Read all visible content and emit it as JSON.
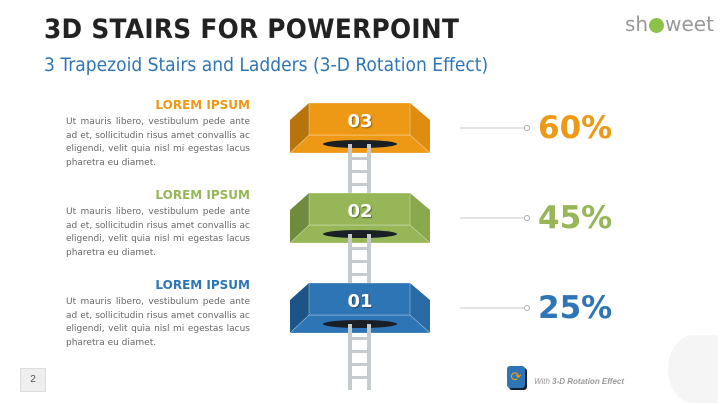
{
  "header": {
    "title": "3D STAIRS FOR POWERPOINT",
    "subtitle": "3 Trapezoid Stairs and Ladders (3-D Rotation Effect)",
    "logo": "showeet"
  },
  "steps": [
    {
      "number": "03",
      "heading": "LOREM IPSUM",
      "text": "Ut mauris libero, vestibulum pede ante ad et, sollicitudin risus amet convallis ac eligendi, velit quia nisl mi egestas lacus pharetra eu diamet.",
      "percent": "60%",
      "value": 60,
      "color": "#ee9915",
      "dark": "#b8740c",
      "side": "#de8c12"
    },
    {
      "number": "02",
      "heading": "LOREM IPSUM",
      "text": "Ut mauris libero, vestibulum pede ante ad et, sollicitudin risus amet convallis ac eligendi, velit quia nisl mi egestas lacus pharetra eu diamet.",
      "percent": "45%",
      "value": 45,
      "color": "#97b657",
      "dark": "#6f8b3d",
      "side": "#8aa94c"
    },
    {
      "number": "01",
      "heading": "LOREM IPSUM",
      "text": "Ut mauris libero, vestibulum pede ante ad et, sollicitudin risus amet convallis ac eligendi, velit quia nisl mi egestas lacus pharetra eu diamet.",
      "percent": "25%",
      "value": 25,
      "color": "#2e75b6",
      "dark": "#1d5487",
      "side": "#2a6aa6"
    }
  ],
  "footer": {
    "page": "2",
    "note_prefix": "With ",
    "note_bold": "3-D Rotation Effect"
  }
}
